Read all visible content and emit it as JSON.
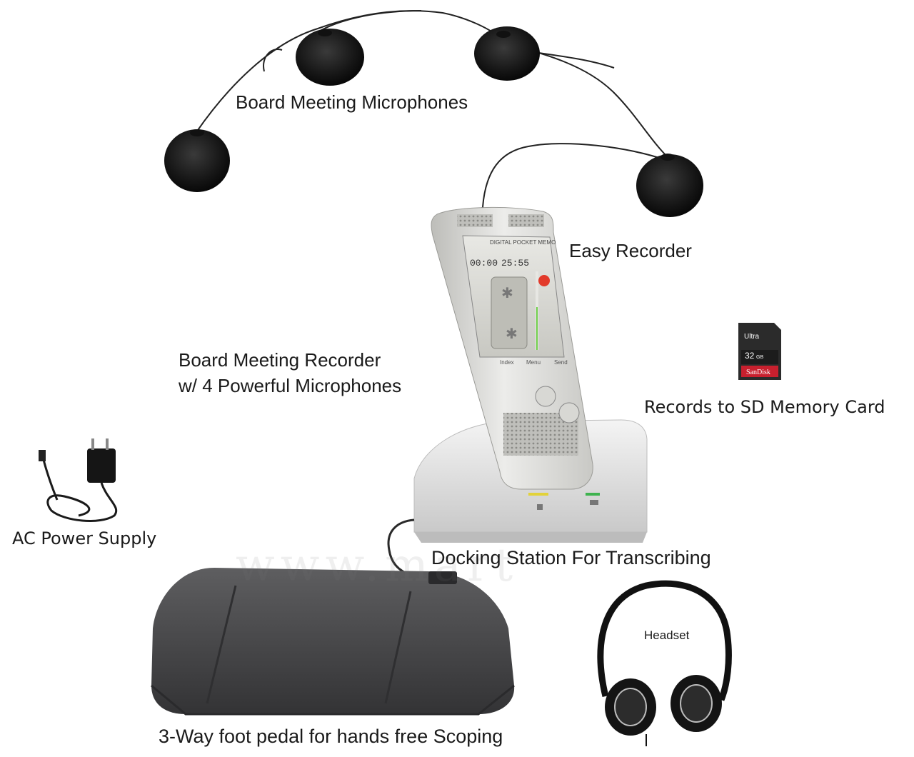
{
  "labels": {
    "microphones": "Board Meeting Microphones",
    "easy_recorder": "Easy Recorder",
    "board_recorder_line1": "Board Meeting Recorder",
    "board_recorder_line2": "w/ 4 Powerful Microphones",
    "sd_card": "Records to SD Memory Card",
    "ac_power": "AC Power Supply",
    "docking": "Docking Station For Transcribing",
    "foot_pedal": "3-Way foot pedal for hands free Scoping",
    "headset": "Headset"
  },
  "recorder_screen": {
    "brand": "DIGITAL POCKET MEMO",
    "counter_left": "00:00",
    "counter_right": "25:55",
    "btn_left": "Index",
    "btn_mid": "Menu",
    "btn_right": "Send"
  },
  "sd_card": {
    "brand": "SanDisk",
    "product": "Ultra",
    "capacity": "32",
    "capacity_unit": "GB"
  },
  "watermark": "www.mart",
  "colors": {
    "mic_body": "#1c1c1c",
    "cable": "#222222",
    "recorder_silver": "#d9d9d6",
    "dock_silver": "#e9e9e9",
    "pedal": "#4a4a4c",
    "sd_red": "#c8202e"
  }
}
